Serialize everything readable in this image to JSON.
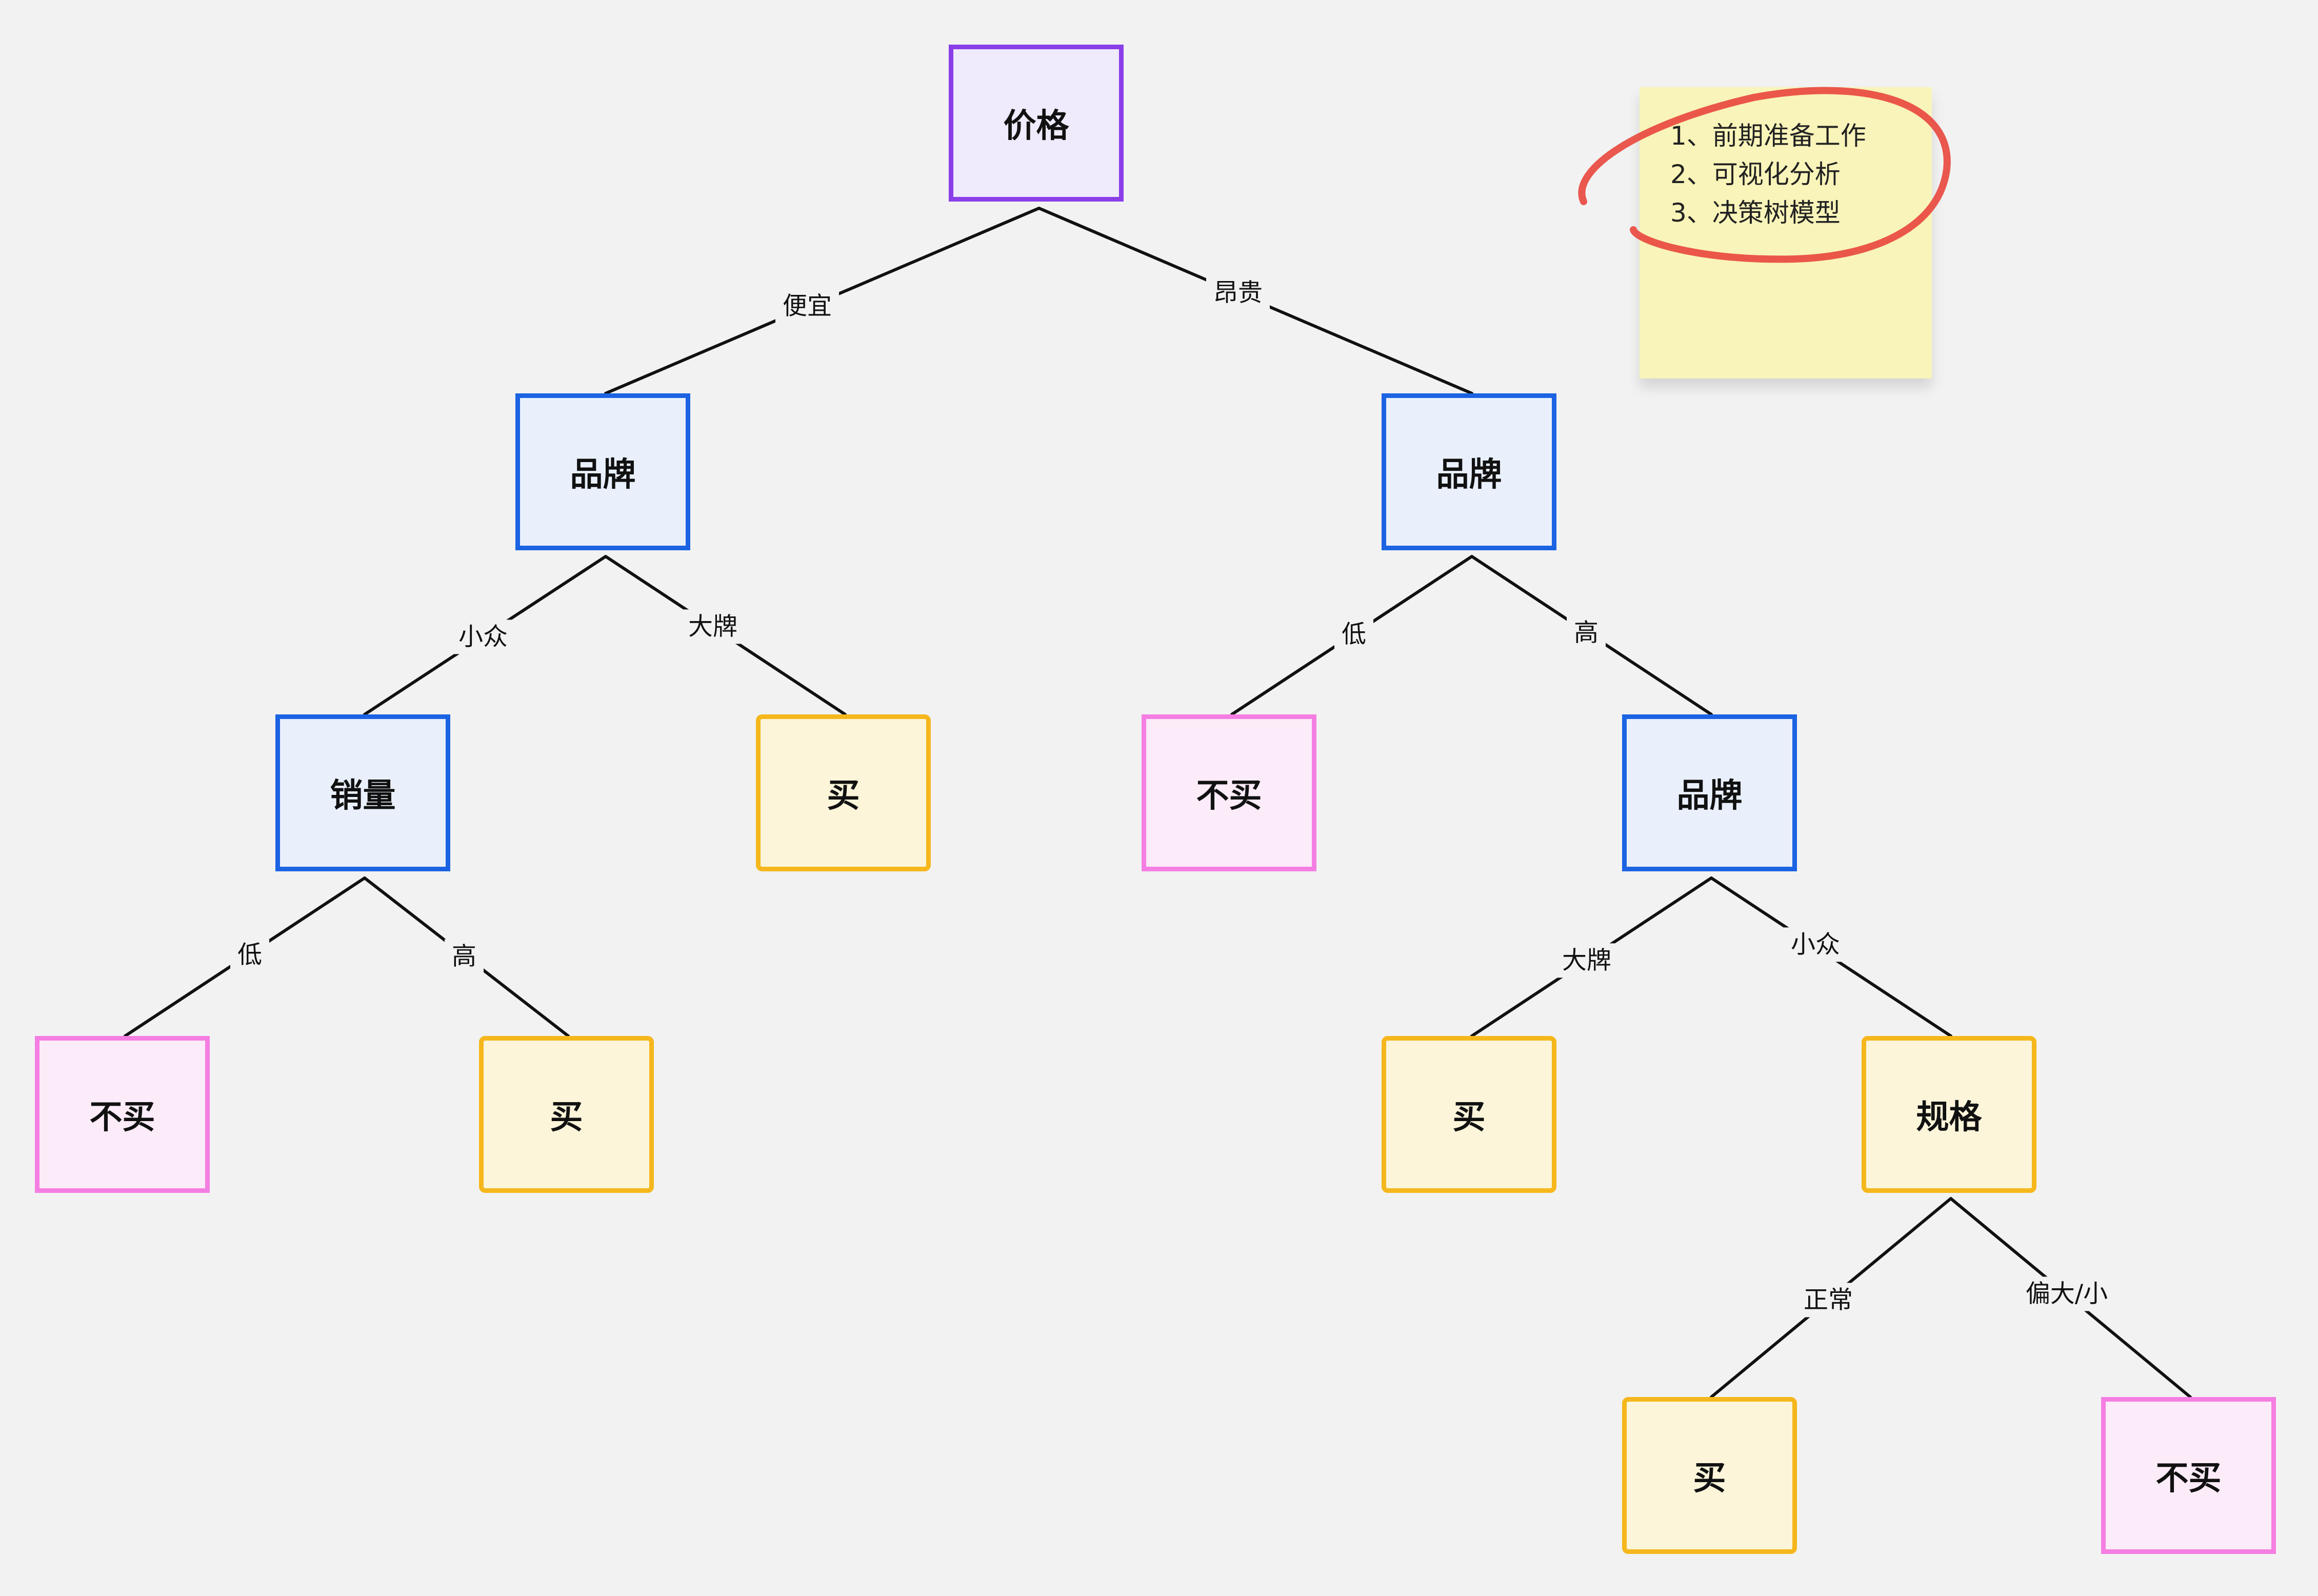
{
  "nodes": {
    "root": "价格",
    "brand_cheap": "品牌",
    "brand_expensive": "品牌",
    "sales": "销量",
    "buy_bigbrand_cheap": "买",
    "nobuy_low_quality": "不买",
    "brand_high": "品牌",
    "nobuy_low_sales": "不买",
    "buy_high_sales": "买",
    "buy_bigbrand_high": "买",
    "spec": "规格",
    "buy_normal_spec": "买",
    "nobuy_odd_spec": "不买"
  },
  "edges": {
    "cheap": "便宜",
    "expensive": "昂贵",
    "niche_1": "小众",
    "bigbrand_1": "大牌",
    "low_1": "低",
    "high_1": "高",
    "low_2": "低",
    "high_2": "高",
    "bigbrand_2": "大牌",
    "niche_2": "小众",
    "normal": "正常",
    "odd_size": "偏大/小"
  },
  "sticky_note": {
    "items": [
      "1、前期准备工作",
      "2、可视化分析",
      "3、决策树模型"
    ],
    "highlight_color": "#e8463c",
    "background": "#f9f4b9"
  },
  "colors": {
    "background": "#f2f2f2",
    "root_border": "#8a3ee8",
    "attribute_border": "#1b63e2",
    "buy_border": "#f5b71c",
    "nobuy_border": "#f47ee2",
    "edge": "#111111"
  }
}
